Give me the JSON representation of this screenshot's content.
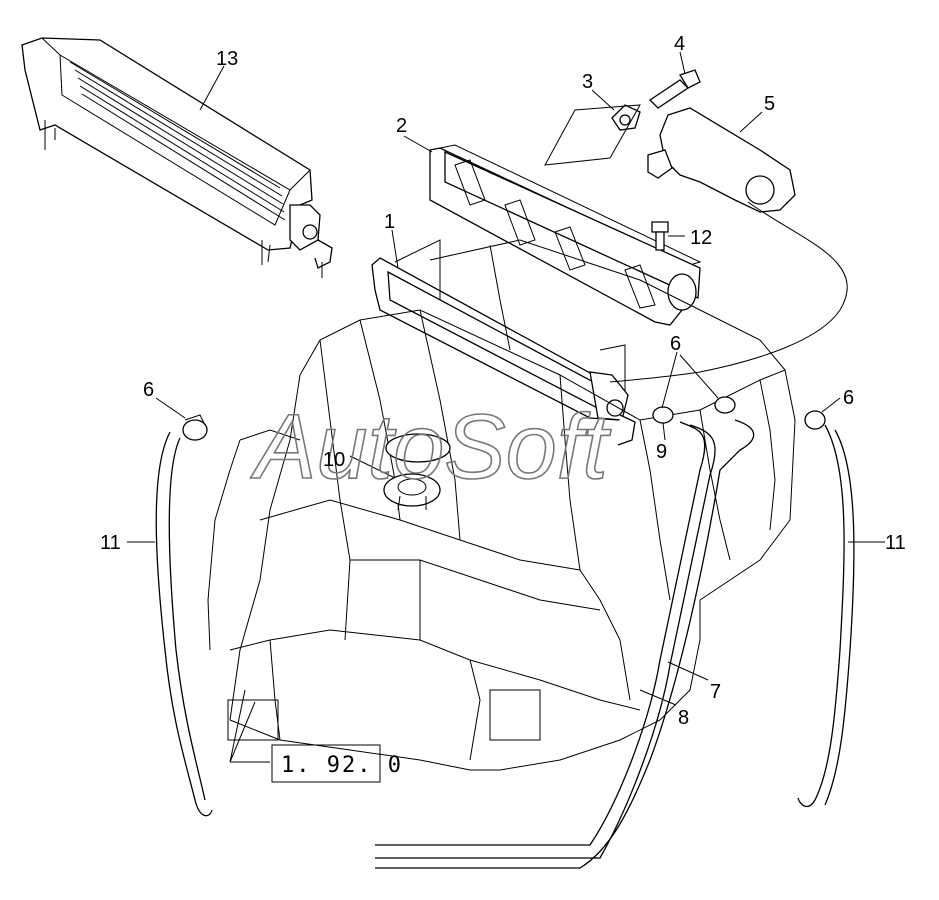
{
  "watermark": "AutoSoft",
  "reference_box": "1. 92. 0",
  "callouts": {
    "c1": "1",
    "c2": "2",
    "c3": "3",
    "c4": "4",
    "c5": "5",
    "c6a": "6",
    "c6b": "6",
    "c6c": "6",
    "c7": "7",
    "c8": "8",
    "c9": "9",
    "c10": "10",
    "c11a": "11",
    "c11b": "11",
    "c12": "12",
    "c13": "13"
  }
}
